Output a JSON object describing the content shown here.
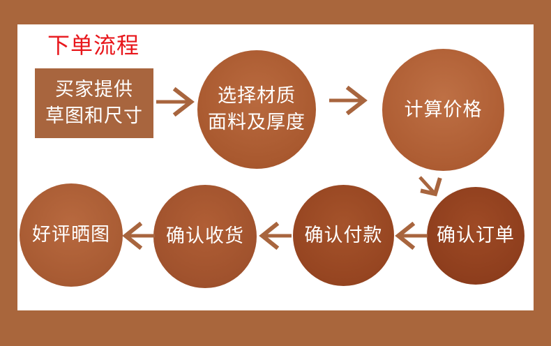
{
  "title": "下单流程",
  "colors": {
    "frame": "#A9663C",
    "panel": "#FFFFFF",
    "title": "#E8161B",
    "arrow": "#A8653E",
    "circle_light": "#B5643A",
    "circle_dark": "#8E3F1F"
  },
  "steps": [
    {
      "lines": [
        "买家提供",
        "草图和尺寸"
      ],
      "shape": "rectangle"
    },
    {
      "lines": [
        "选择材质",
        "面料及厚度"
      ],
      "shape": "circle"
    },
    {
      "lines": [
        "计算价格"
      ],
      "shape": "circle"
    },
    {
      "lines": [
        "确认订单"
      ],
      "shape": "circle"
    },
    {
      "lines": [
        "确认付款"
      ],
      "shape": "circle"
    },
    {
      "lines": [
        "确认收货"
      ],
      "shape": "circle"
    },
    {
      "lines": [
        "好评晒图"
      ],
      "shape": "circle"
    }
  ],
  "arrows": [
    {
      "from": 0,
      "to": 1,
      "direction": "right"
    },
    {
      "from": 1,
      "to": 2,
      "direction": "right"
    },
    {
      "from": 2,
      "to": 3,
      "direction": "down-right"
    },
    {
      "from": 3,
      "to": 4,
      "direction": "left"
    },
    {
      "from": 4,
      "to": 5,
      "direction": "left"
    },
    {
      "from": 5,
      "to": 6,
      "direction": "left"
    }
  ]
}
